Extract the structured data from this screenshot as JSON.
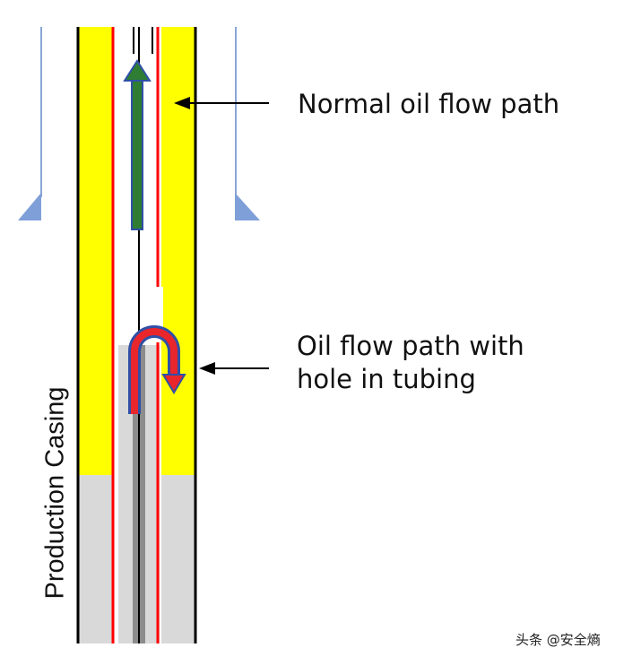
{
  "labels": {
    "normal_flow": "Normal oil flow path",
    "hole_flow_line1": "Oil flow path with",
    "hole_flow_line2": "hole in tubing",
    "casing": "Production Casing"
  },
  "watermark": "头条 @安全熵",
  "colors": {
    "annulus_fill": "#ffff00",
    "cement_fill": "#d9d9d9",
    "tubing_red": "#ff0000",
    "pipe_wall": "#000000",
    "dark_gray": "#909090",
    "flow_arrow_fill": "#2e7d32",
    "flow_arrow_outline": "#2f4fa6",
    "blue_line": "#8aa6d8",
    "wedge": "#7f9fd8"
  }
}
